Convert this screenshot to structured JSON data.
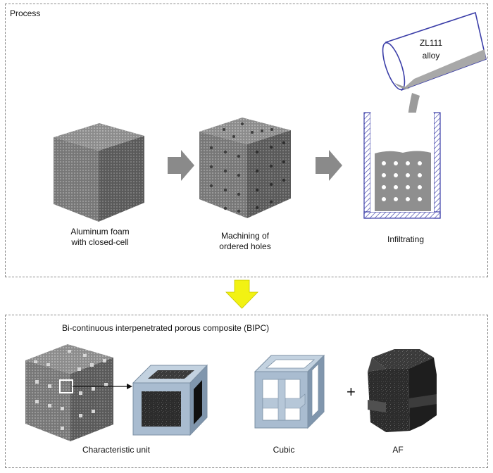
{
  "process": {
    "title": "Process",
    "steps": [
      {
        "label": "Aluminum foam\nwith closed-cell"
      },
      {
        "label": "Machining of\nordered holes"
      },
      {
        "label": "Infiltrating"
      }
    ],
    "alloy_label": "ZL111\nalloy"
  },
  "bipc": {
    "title": "Bi-continuous interpenetrated porous composite (BIPC)",
    "items": [
      {
        "label": "Characteristic unit"
      },
      {
        "label": "Cubic"
      },
      {
        "label": "AF"
      }
    ],
    "plus": "+"
  },
  "colors": {
    "foam": "#7d7d7d",
    "foam_dark": "#5e5e5e",
    "foam_light": "#9a9a9a",
    "frame": "#a9bcd0",
    "frame_dark": "#8096ad",
    "container_line": "#3b3ea8",
    "molten": "#9b9b9b",
    "yellow_arrow": "#f2f213",
    "gray_arrow": "#8a8a8a"
  }
}
